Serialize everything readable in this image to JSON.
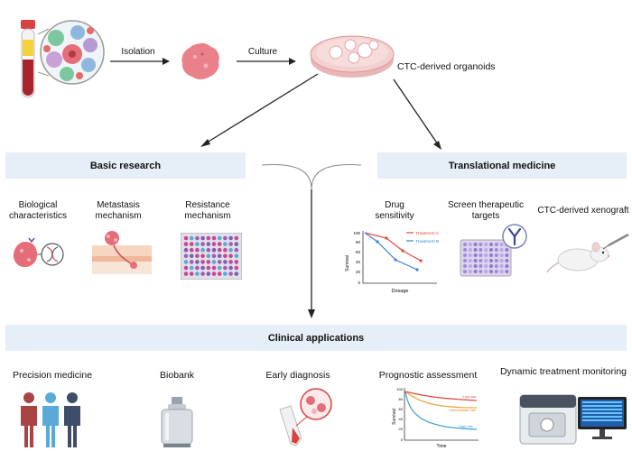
{
  "top": {
    "isolation_label": "Isolation",
    "culture_label": "Culture",
    "organoids_label": "CTC-derived organoids"
  },
  "sections": {
    "basic_research": "Basic research",
    "translational_medicine": "Translational medicine",
    "clinical_applications": "Clinical applications"
  },
  "basic_items": {
    "biological": "Biological\ncharacteristics",
    "metastasis": "Metastasis\nmechanism",
    "resistance": "Resistance\nmechanism"
  },
  "translational_items": {
    "drug": "Drug\nsensitivity",
    "screen": "Screen therapeutic\ntargets",
    "xenograft": "CTC-derived xenograft"
  },
  "drug_chart": {
    "ylabel": "Survival",
    "xlabel": "Dosage",
    "legend_a": "Treatment A",
    "legend_b": "Treatment B",
    "ticks": [
      "100",
      "80",
      "60",
      "40",
      "20",
      "0"
    ],
    "color_a": "#e0483b",
    "color_b": "#3b84d8"
  },
  "prognostic_chart": {
    "ylabel": "Survival",
    "xlabel": "Time",
    "low_risk": "Low risk",
    "intermediate_risk": "Intermediate risk",
    "high_risk": "High risk",
    "ticks": [
      "100",
      "80",
      "60",
      "40",
      "20",
      "0"
    ],
    "color_low": "#e0483b",
    "color_intermediate": "#f0a63a",
    "color_high": "#3b9ad8"
  },
  "clinical_items": {
    "precision": "Precision medicine",
    "biobank": "Biobank",
    "early": "Early diagnosis",
    "prognostic": "Prognostic assessment",
    "dynamic": "Dynamic treatment monitoring"
  },
  "colors": {
    "banner": "#e6eff8",
    "cell_pink": "#e8808a",
    "organoid_dish": "#f2b8b8",
    "person_red": "#a94444",
    "person_blue": "#5aa9d6",
    "person_navy": "#3f4d6b"
  }
}
